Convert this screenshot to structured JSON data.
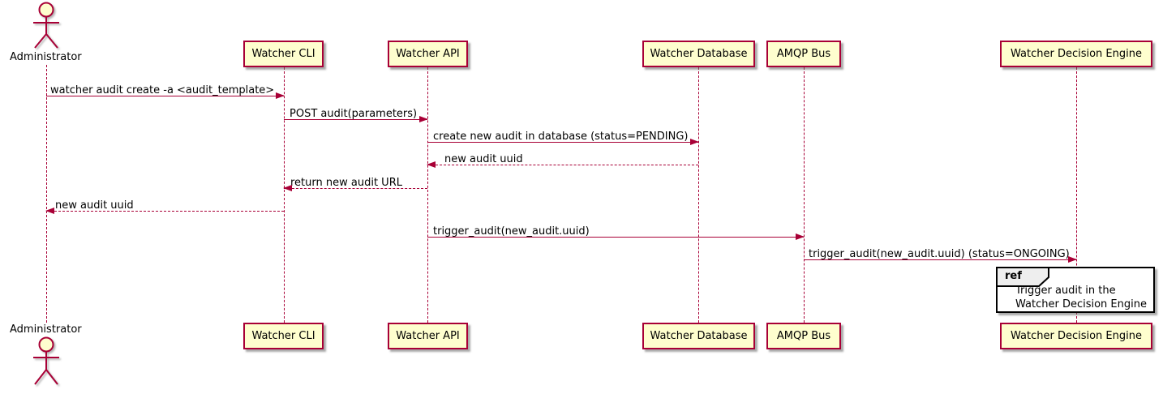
{
  "diagram": {
    "kind": "uml-sequence-diagram",
    "style": "plantuml",
    "colors": {
      "participant_fill": "#FEFECE",
      "line_and_border": "#A80036",
      "text": "#000000",
      "ref_fill": "#FFFFFF",
      "ref_tag_fill": "#EEEEEE",
      "ref_border": "#000000",
      "background": "#FFFFFF"
    }
  },
  "participants": [
    {
      "id": "administrator",
      "label": "Administrator",
      "kind": "actor"
    },
    {
      "id": "watcher-cli",
      "label": "Watcher CLI",
      "kind": "participant"
    },
    {
      "id": "watcher-api",
      "label": "Watcher API",
      "kind": "participant"
    },
    {
      "id": "watcher-database",
      "label": "Watcher Database",
      "kind": "participant"
    },
    {
      "id": "amqp-bus",
      "label": "AMQP Bus",
      "kind": "participant"
    },
    {
      "id": "watcher-decision-engine",
      "label": "Watcher Decision Engine",
      "kind": "participant"
    }
  ],
  "messages": [
    {
      "from": "Administrator",
      "to": "Watcher CLI",
      "text": "watcher audit create -a <audit_template>",
      "line": "solid",
      "direction": "right"
    },
    {
      "from": "Watcher CLI",
      "to": "Watcher API",
      "text": "POST audit(parameters)",
      "line": "solid",
      "direction": "right"
    },
    {
      "from": "Watcher API",
      "to": "Watcher Database",
      "text": "create new audit in database (status=PENDING)",
      "line": "solid",
      "direction": "right"
    },
    {
      "from": "Watcher Database",
      "to": "Watcher API",
      "text": "new audit uuid",
      "line": "dashed",
      "direction": "left"
    },
    {
      "from": "Watcher API",
      "to": "Watcher CLI",
      "text": "return new audit URL",
      "line": "dashed",
      "direction": "left"
    },
    {
      "from": "Watcher CLI",
      "to": "Administrator",
      "text": "new audit uuid",
      "line": "dashed",
      "direction": "left"
    },
    {
      "from": "Watcher API",
      "to": "AMQP Bus",
      "text": "trigger_audit(new_audit.uuid)",
      "line": "solid",
      "direction": "right"
    },
    {
      "from": "AMQP Bus",
      "to": "Watcher Decision Engine",
      "text": "trigger_audit(new_audit.uuid) (status=ONGOING)",
      "line": "solid",
      "direction": "right"
    }
  ],
  "ref": {
    "tag": "ref",
    "over": "Watcher Decision Engine",
    "text_lines": [
      "Trigger audit in the",
      "Watcher Decision Engine"
    ]
  }
}
